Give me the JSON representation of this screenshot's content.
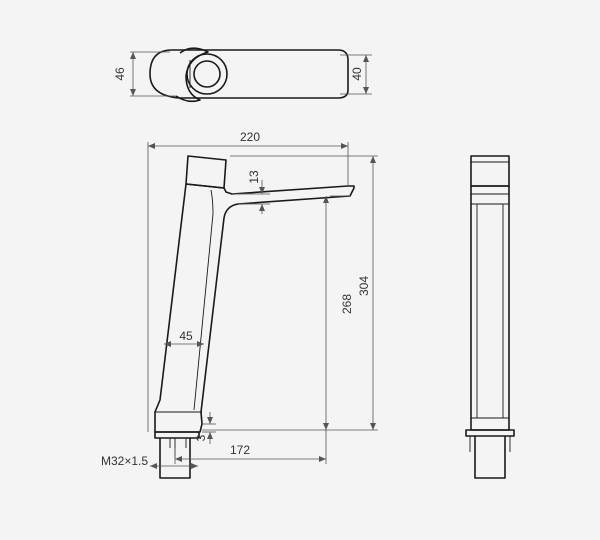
{
  "dimensions": {
    "top_view_depth": "46",
    "top_view_width": "40",
    "overall_length": "220",
    "lever_height": "13",
    "body_width": "45",
    "spout_height": "268",
    "total_height": "304",
    "base_offset": "3",
    "spout_reach": "172",
    "thread": "M32×1.5"
  },
  "colors": {
    "background": "#f4f4f4",
    "outline": "#1a1a1a",
    "dimension": "#555555"
  }
}
